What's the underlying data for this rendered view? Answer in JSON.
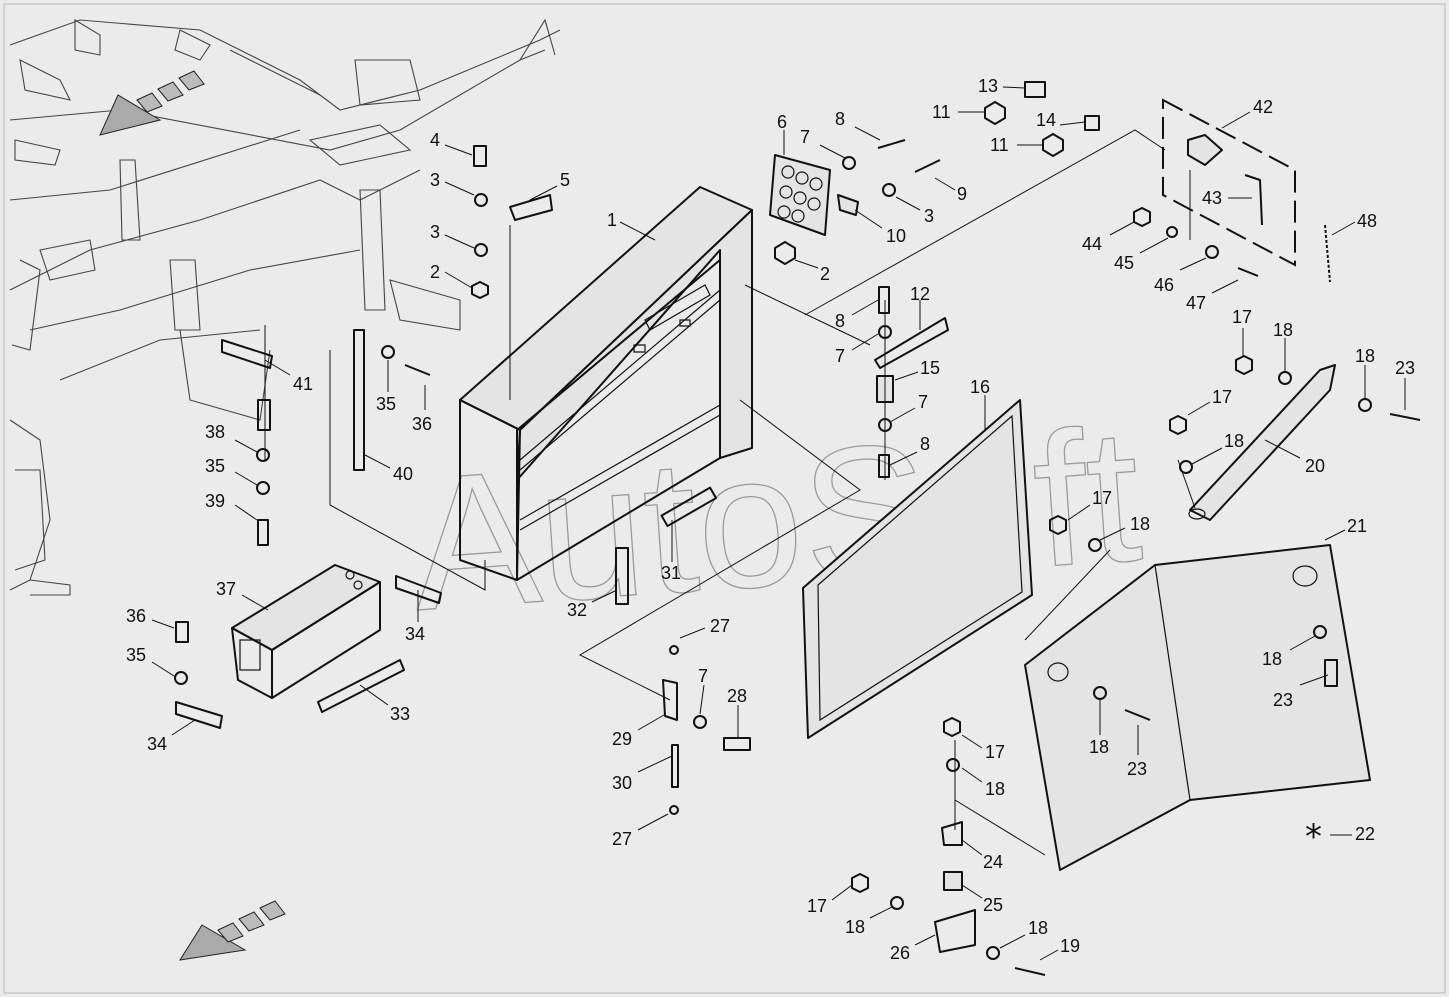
{
  "watermark": "AutoSoft",
  "note_symbol": "*",
  "callouts": [
    {
      "text": "1"
    },
    {
      "text": "2"
    },
    {
      "text": "2"
    },
    {
      "text": "3"
    },
    {
      "text": "3"
    },
    {
      "text": "3"
    },
    {
      "text": "4"
    },
    {
      "text": "5"
    },
    {
      "text": "6"
    },
    {
      "text": "7"
    },
    {
      "text": "7"
    },
    {
      "text": "7"
    },
    {
      "text": "7"
    },
    {
      "text": "8"
    },
    {
      "text": "8"
    },
    {
      "text": "8"
    },
    {
      "text": "9"
    },
    {
      "text": "10"
    },
    {
      "text": "11"
    },
    {
      "text": "11"
    },
    {
      "text": "12"
    },
    {
      "text": "13"
    },
    {
      "text": "14"
    },
    {
      "text": "15"
    },
    {
      "text": "16"
    },
    {
      "text": "17"
    },
    {
      "text": "17"
    },
    {
      "text": "17"
    },
    {
      "text": "17"
    },
    {
      "text": "17"
    },
    {
      "text": "18"
    },
    {
      "text": "18"
    },
    {
      "text": "18"
    },
    {
      "text": "18"
    },
    {
      "text": "18"
    },
    {
      "text": "18"
    },
    {
      "text": "18"
    },
    {
      "text": "18"
    },
    {
      "text": "18"
    },
    {
      "text": "19"
    },
    {
      "text": "20"
    },
    {
      "text": "21"
    },
    {
      "text": "22"
    },
    {
      "text": "23"
    },
    {
      "text": "23"
    },
    {
      "text": "23"
    },
    {
      "text": "24"
    },
    {
      "text": "25"
    },
    {
      "text": "26"
    },
    {
      "text": "27"
    },
    {
      "text": "27"
    },
    {
      "text": "28"
    },
    {
      "text": "29"
    },
    {
      "text": "30"
    },
    {
      "text": "31"
    },
    {
      "text": "32"
    },
    {
      "text": "33"
    },
    {
      "text": "34"
    },
    {
      "text": "34"
    },
    {
      "text": "35"
    },
    {
      "text": "35"
    },
    {
      "text": "35"
    },
    {
      "text": "36"
    },
    {
      "text": "36"
    },
    {
      "text": "37"
    },
    {
      "text": "38"
    },
    {
      "text": "39"
    },
    {
      "text": "40"
    },
    {
      "text": "41"
    },
    {
      "text": "42"
    },
    {
      "text": "43"
    },
    {
      "text": "44"
    },
    {
      "text": "45"
    },
    {
      "text": "46"
    },
    {
      "text": "47"
    },
    {
      "text": "48"
    }
  ],
  "icons": {
    "direction_arrow": "forward-direction-arrow-icon"
  }
}
